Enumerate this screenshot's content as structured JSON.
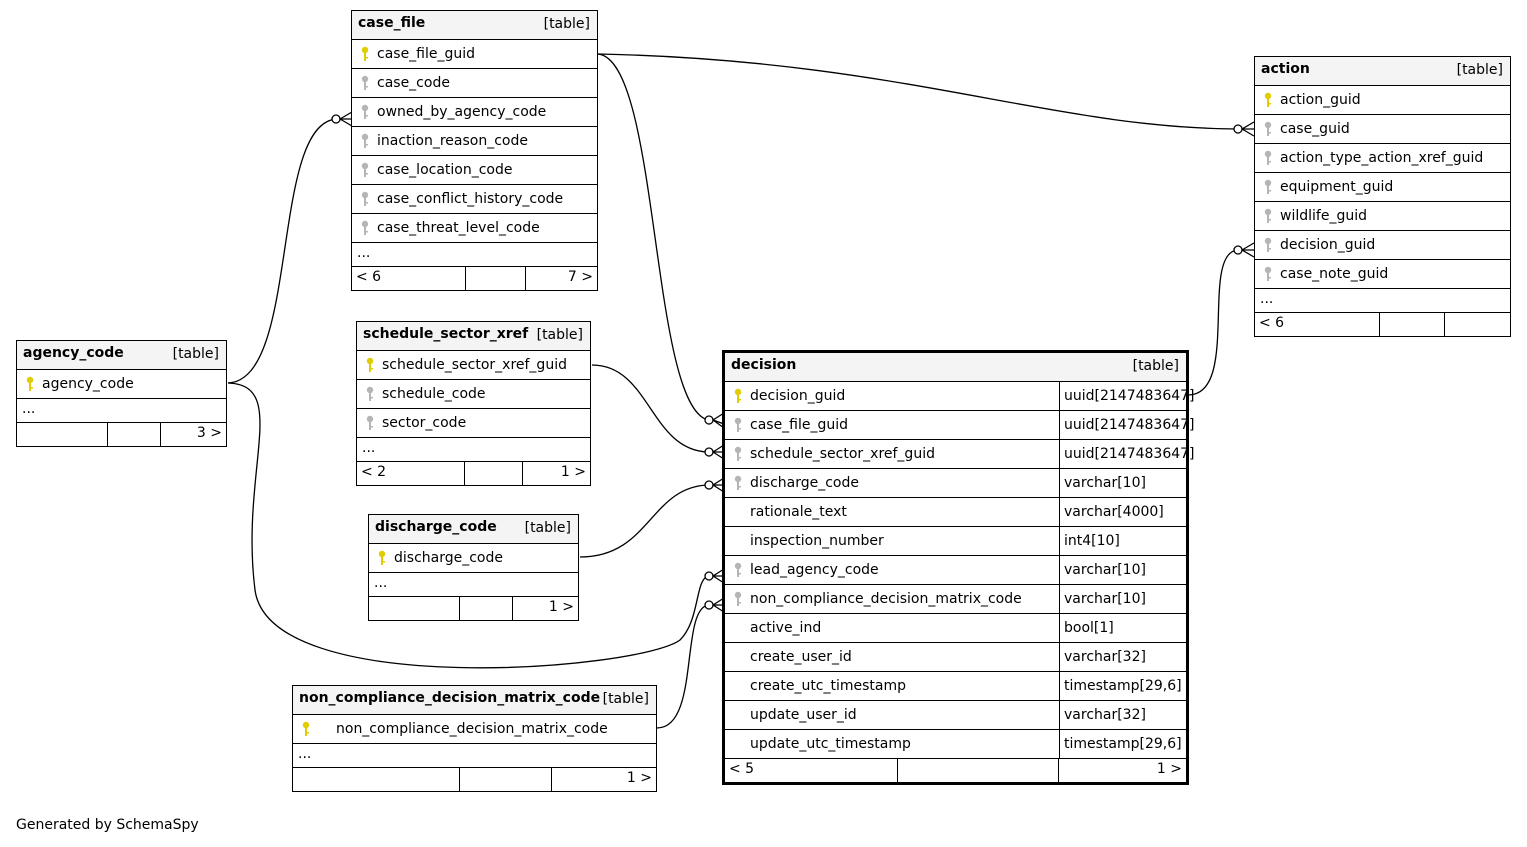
{
  "footer": "Generated by SchemaSpy",
  "tables": {
    "case_file": {
      "name": "case_file",
      "kind": "[table]",
      "columns": [
        {
          "label": "case_file_guid",
          "pk": true
        },
        {
          "label": "case_code",
          "pk": false
        },
        {
          "label": "owned_by_agency_code",
          "pk": false
        },
        {
          "label": "inaction_reason_code",
          "pk": false
        },
        {
          "label": "case_location_code",
          "pk": false
        },
        {
          "label": "case_conflict_history_code",
          "pk": false
        },
        {
          "label": "case_threat_level_code",
          "pk": false
        }
      ],
      "more": "...",
      "nav": [
        "< 6",
        "",
        "7 >"
      ]
    },
    "agency_code": {
      "name": "agency_code",
      "kind": "[table]",
      "columns": [
        {
          "label": "agency_code",
          "pk": true
        }
      ],
      "more": "...",
      "nav": [
        "",
        "",
        "3 >"
      ]
    },
    "schedule_sector_xref": {
      "name": "schedule_sector_xref",
      "kind": "[table]",
      "columns": [
        {
          "label": "schedule_sector_xref_guid",
          "pk": true
        },
        {
          "label": "schedule_code",
          "pk": false
        },
        {
          "label": "sector_code",
          "pk": false
        }
      ],
      "more": "...",
      "nav": [
        "< 2",
        "",
        "1 >"
      ]
    },
    "discharge_code": {
      "name": "discharge_code",
      "kind": "[table]",
      "columns": [
        {
          "label": "discharge_code",
          "pk": true
        }
      ],
      "more": "...",
      "nav": [
        "",
        "",
        "1 >"
      ]
    },
    "non_compliance_decision_matrix_code": {
      "name": "non_compliance_decision_matrix_code",
      "kind": "[table]",
      "columns": [
        {
          "label": "non_compliance_decision_matrix_code",
          "pk": true
        }
      ],
      "more": "...",
      "nav": [
        "",
        "",
        "1 >"
      ]
    },
    "action": {
      "name": "action",
      "kind": "[table]",
      "columns": [
        {
          "label": "action_guid",
          "pk": true
        },
        {
          "label": "case_guid",
          "pk": false
        },
        {
          "label": "action_type_action_xref_guid",
          "pk": false
        },
        {
          "label": "equipment_guid",
          "pk": false
        },
        {
          "label": "wildlife_guid",
          "pk": false
        },
        {
          "label": "decision_guid",
          "pk": false
        },
        {
          "label": "case_note_guid",
          "pk": false
        }
      ],
      "more": "...",
      "nav": [
        "< 6",
        "",
        ""
      ]
    },
    "decision": {
      "name": "decision",
      "kind": "[table]",
      "columns": [
        {
          "label": "decision_guid",
          "type": "uuid[2147483647]",
          "key": "pk"
        },
        {
          "label": "case_file_guid",
          "type": "uuid[2147483647]",
          "key": "fk"
        },
        {
          "label": "schedule_sector_xref_guid",
          "type": "uuid[2147483647]",
          "key": "fk"
        },
        {
          "label": "discharge_code",
          "type": "varchar[10]",
          "key": "fk"
        },
        {
          "label": "rationale_text",
          "type": "varchar[4000]",
          "key": ""
        },
        {
          "label": "inspection_number",
          "type": "int4[10]",
          "key": ""
        },
        {
          "label": "lead_agency_code",
          "type": "varchar[10]",
          "key": "fk"
        },
        {
          "label": "non_compliance_decision_matrix_code",
          "type": "varchar[10]",
          "key": "fk"
        },
        {
          "label": "active_ind",
          "type": "bool[1]",
          "key": ""
        },
        {
          "label": "create_user_id",
          "type": "varchar[32]",
          "key": ""
        },
        {
          "label": "create_utc_timestamp",
          "type": "timestamp[29,6]",
          "key": ""
        },
        {
          "label": "update_user_id",
          "type": "varchar[32]",
          "key": ""
        },
        {
          "label": "update_utc_timestamp",
          "type": "timestamp[29,6]",
          "key": ""
        }
      ],
      "nav": [
        "< 5",
        "",
        "1 >"
      ]
    }
  }
}
